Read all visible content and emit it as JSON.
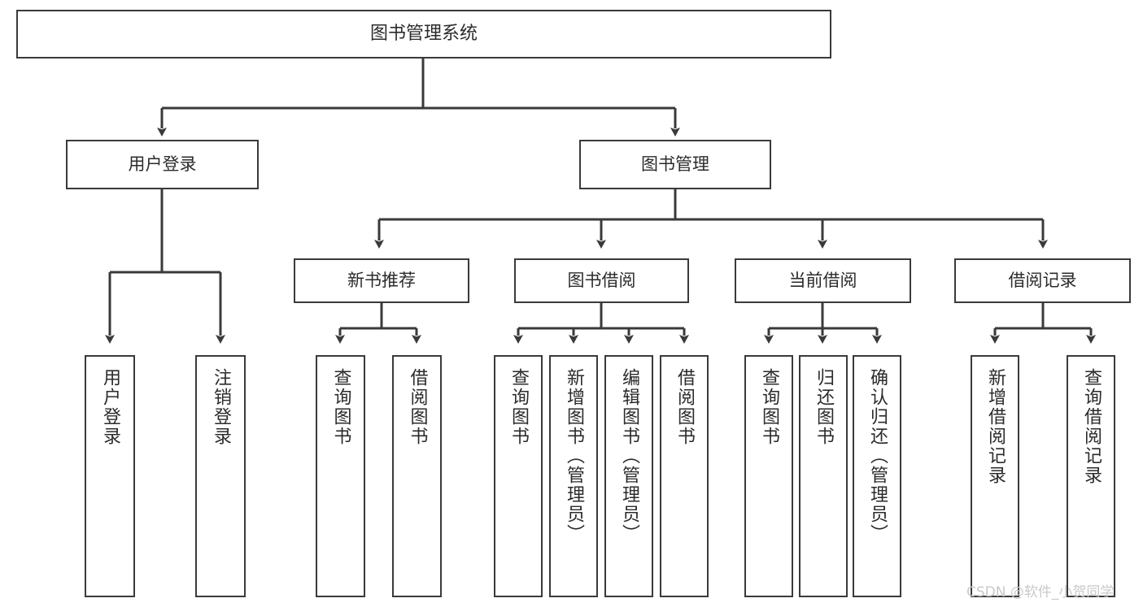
{
  "diagram": {
    "type": "tree-hierarchy-flowchart",
    "title": "图书管理系统",
    "watermark": "CSDN @软件_小贺同学",
    "colors": {
      "background": "#ffffff",
      "box_border": "#3a3a3a",
      "box_fill": "#ffffff",
      "text": "#2b2b2b",
      "connector": "#3a3a3a",
      "watermark": "#c9c9c9"
    },
    "nodes": {
      "root": {
        "label": "图书管理系统"
      },
      "level1": [
        {
          "label": "用户登录"
        },
        {
          "label": "图书管理"
        }
      ],
      "level2": [
        {
          "label": "新书推荐"
        },
        {
          "label": "图书借阅"
        },
        {
          "label": "当前借阅"
        },
        {
          "label": "借阅记录"
        }
      ],
      "leaves": {
        "user_login": [
          {
            "label": "用户登录"
          },
          {
            "label": "注销登录"
          }
        ],
        "new_book_recommend": [
          {
            "label": "查询图书"
          },
          {
            "label": "借阅图书"
          }
        ],
        "book_borrow": [
          {
            "label": "查询图书"
          },
          {
            "label": "新增图书（管理员）"
          },
          {
            "label": "编辑图书（管理员）"
          },
          {
            "label": "借阅图书"
          }
        ],
        "current_borrow": [
          {
            "label": "查询图书"
          },
          {
            "label": "归还图书"
          },
          {
            "label": "确认归还（管理员）"
          }
        ],
        "borrow_record": [
          {
            "label": "新增借阅记录"
          },
          {
            "label": "查询借阅记录"
          }
        ]
      }
    }
  }
}
